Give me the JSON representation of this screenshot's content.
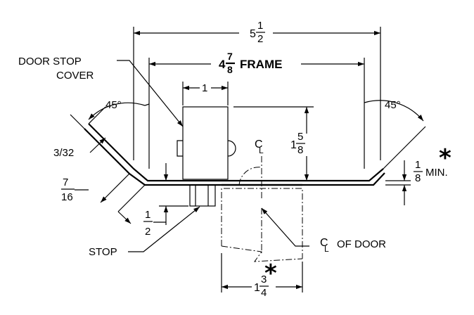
{
  "dimensions": {
    "overall_whole": "5",
    "overall_num": "1",
    "overall_den": "2",
    "frame_whole": "4",
    "frame_num": "7",
    "frame_den": "8",
    "frame_word": "FRAME",
    "stop_width": "1",
    "stop_height_whole": "1",
    "stop_height_num": "5",
    "stop_height_den": "8",
    "min_num": "1",
    "min_den": "8",
    "min_word": "MIN.",
    "left_angle": "45°",
    "right_angle": "45°",
    "return": "3/32",
    "return_depth_num": "7",
    "return_depth_den": "16",
    "stop_depth_num": "1",
    "stop_depth_den": "2",
    "door_whole": "1",
    "door_num": "3",
    "door_den": "4"
  },
  "labels": {
    "door_stop_cover_line1": "DOOR STOP",
    "door_stop_cover_line2": "COVER",
    "stop": "STOP",
    "centerline": "C",
    "centerline_sub": "L",
    "cl_of_door_c": "C",
    "cl_of_door_sub": "L",
    "cl_of_door_text": "OF DOOR",
    "asterisk_right": "*",
    "asterisk_bottom": "*"
  }
}
